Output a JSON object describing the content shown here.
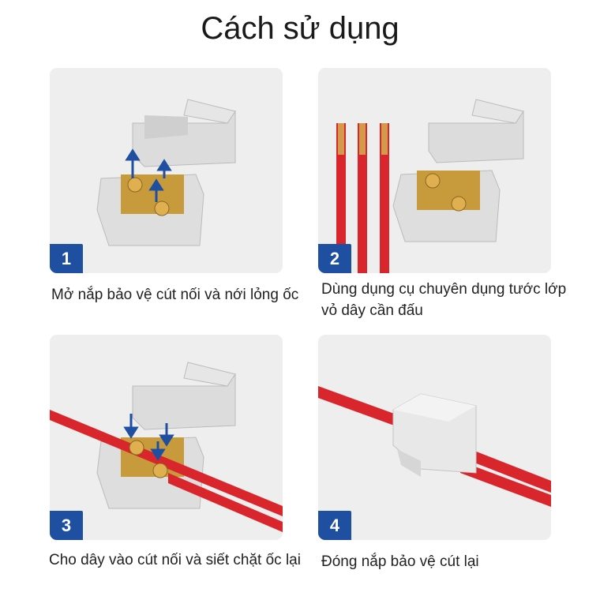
{
  "title": "Cách sử dụng",
  "colors": {
    "badge": "#1f4fa0",
    "wire": "#d9262c",
    "panel": "#efeeef",
    "arrow": "#1f4fa0"
  },
  "steps": [
    {
      "number": "1",
      "caption": "Mở nắp bảo vệ cút nối và nới lỏng ốc"
    },
    {
      "number": "2",
      "caption": "Dùng dụng cụ chuyên dụng tước lớp vỏ dây cần đấu"
    },
    {
      "number": "3",
      "caption": "Cho dây vào cút nối và siết chặt ốc lại"
    },
    {
      "number": "4",
      "caption": "Đóng nắp bảo vệ cút lại"
    }
  ]
}
